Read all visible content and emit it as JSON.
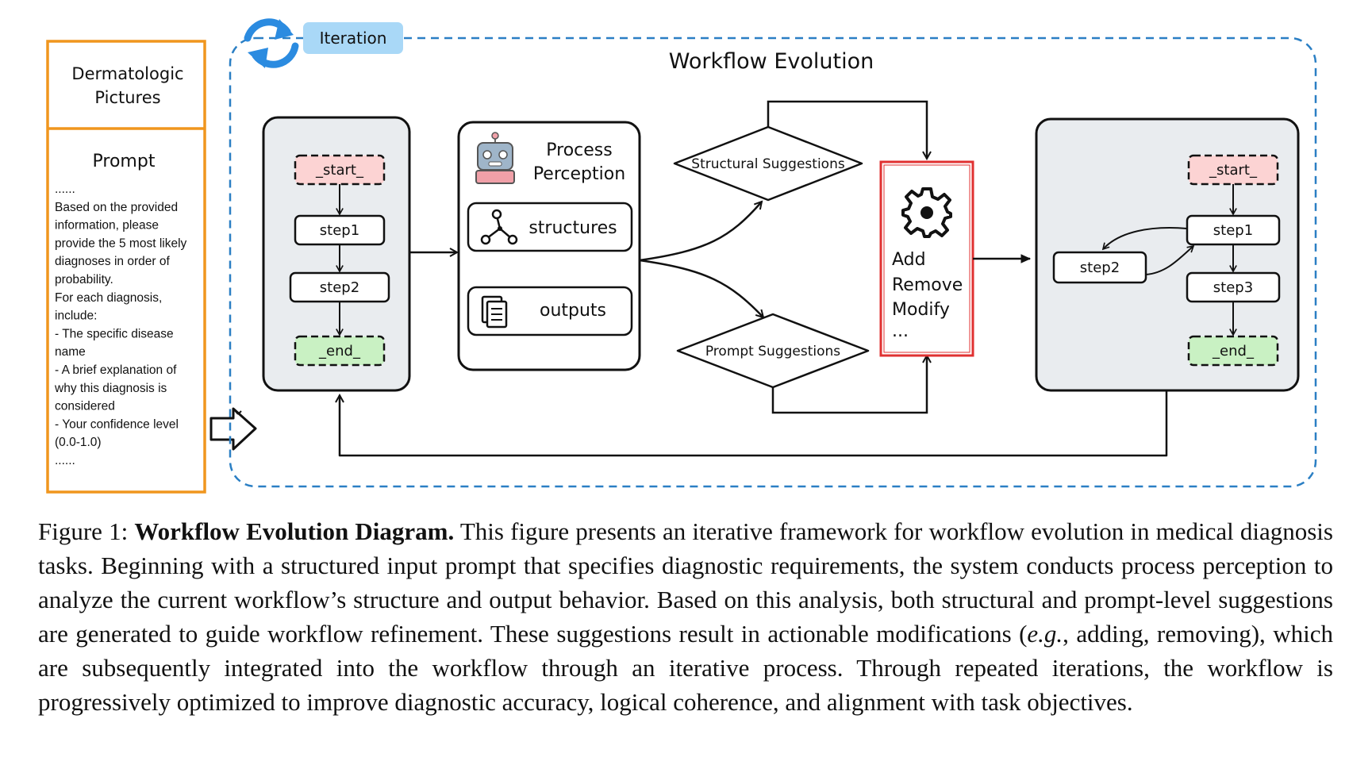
{
  "input_panel": {
    "title_line1": "Dermatologic",
    "title_line2": "Pictures",
    "prompt_heading": "Prompt",
    "prompt_lines": [
      "......",
      "Based on the provided",
      "information, please",
      "provide the 5 most likely",
      "diagnoses in order of",
      "probability.",
      "For each diagnosis,",
      "include:",
      "- The specific disease",
      "name",
      "- A brief explanation of",
      "why this diagnosis is",
      "considered",
      "- Your confidence level",
      "(0.0-1.0)",
      "......"
    ]
  },
  "iteration_label": "Iteration",
  "frame_title": "Workflow Evolution",
  "workflow_before": {
    "start": "_start_",
    "step1": "step1",
    "step2": "step2",
    "end": "_end_"
  },
  "perception": {
    "title_line1": "Process",
    "title_line2": "Perception",
    "structures": "structures",
    "outputs": "outputs"
  },
  "suggestions": {
    "structural": "Structural Suggestions",
    "prompt": "Prompt Suggestions"
  },
  "modify_box": {
    "line1": "Add",
    "line2": "Remove",
    "line3": "Modify",
    "line4": "..."
  },
  "workflow_after": {
    "start": "_start_",
    "step1": "step1",
    "step2": "step2",
    "step3": "step3",
    "end": "_end_"
  },
  "caption": {
    "label": "Figure 1:",
    "title": "Workflow Evolution Diagram.",
    "part1": "This figure presents an iterative framework for workflow evolution in medical diagnosis tasks. Beginning with a structured input prompt that specifies diagnostic requirements, the system conducts process perception to analyze the current workflow’s structure and output behavior. Based on this analysis, both structural and prompt-level suggestions are generated to guide workflow refinement. These suggestions result in actionable modifications (",
    "eg": "e.g.",
    "part2": ", adding, removing), which are subsequently integrated into the workflow through an iterative process. Through repeated iterations, the workflow is progressively optimized to improve diagnostic accuracy, logical coherence, and alignment with task objectives."
  },
  "colors": {
    "orange": "#f0961e",
    "blue_dashed": "#2b7fc4",
    "iteration_badge": "#a9d8f7",
    "start_fill": "#fcd3d3",
    "end_fill": "#c9f1c3",
    "panel_fill": "#e9ecef",
    "red_box": "#e03131"
  }
}
